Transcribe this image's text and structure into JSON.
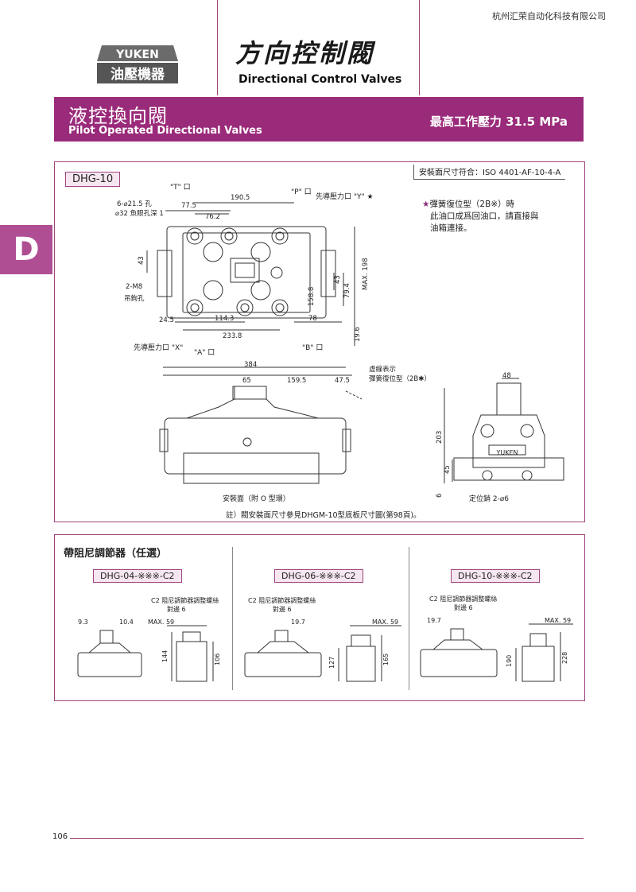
{
  "company": "杭州汇荣自动化科技有限公司",
  "logo": {
    "brand": "YUKEN",
    "sub": "油壓機器"
  },
  "header": {
    "title_zh": "方向控制閥",
    "title_en": "Directional Control Valves"
  },
  "banner": {
    "title_zh": "液控換向閥",
    "title_en": "Pilot Operated Directional Valves",
    "pressure": "最高工作壓力  31.5 MPa"
  },
  "side_tab": "D",
  "section1": {
    "model": "DHG-10",
    "mount_std": "安裝面尺寸符合：ISO 4401-AF-10-4-A",
    "note_star": "★",
    "note_lines": [
      "彈簧復位型（2B※）時",
      "此油口成爲回油口，請直接與",
      "油箱連接。"
    ],
    "labels": {
      "t_port": "\"T\" 口",
      "p_port": "\"P\" 口",
      "y_port": "先導壓力口 \"Y\" ★",
      "holes": "6-⌀21.5 孔",
      "counterbore": "⌀32 魚眼孔深 1",
      "m8": "2-M8",
      "m8_sub": "吊鉤孔",
      "x_port": "先導壓力口 \"X\"",
      "a_port": "\"A\" 口",
      "b_port": "\"B\" 口",
      "dotted1": "虛線表示",
      "dotted2": "彈簧復位型（2B✱）",
      "mount_face": "安裝面（附 O 型環）",
      "locate_pin": "定位銷 2-⌀6"
    },
    "dims": {
      "d77_5": "77.5",
      "d190_5": "190.5",
      "d76_2": "76.2",
      "d43a": "43",
      "d24_5": "24.5",
      "d114_3": "114.3",
      "d233_8": "233.8",
      "d78": "78",
      "d43b": "43",
      "d79_4": "79.4",
      "d158_8": "158.8",
      "dmax198": "MAX. 198",
      "d19_6": "19.6",
      "d384": "384",
      "d65": "65",
      "d159_5": "159.5",
      "d47_5": "47.5",
      "d48": "48",
      "d203": "203",
      "d45": "45",
      "d6": "6"
    },
    "caption": "註）閥安裝面尺寸參見DHGM-10型底板尺寸圖(第98頁)。"
  },
  "section2": {
    "title": "帶阻尼調節器（任選）",
    "models": [
      {
        "name": "DHG-04-※※※-C2",
        "screw1": "C2 阻尼調節器調整螺絲",
        "screw2": "對邊 6",
        "dims": [
          "9.3",
          "10.4",
          "MAX. 59",
          "144",
          "106"
        ]
      },
      {
        "name": "DHG-06-※※※-C2",
        "screw1": "C2 阻尼調節器調整螺絲",
        "screw2": "對邊 6",
        "dims": [
          "19.7",
          "MAX. 59",
          "127",
          "165"
        ]
      },
      {
        "name": "DHG-10-※※※-C2",
        "screw1": "C2 阻尼調節器調整螺絲",
        "screw2": "對邊 6",
        "dims": [
          "19.7",
          "MAX. 59",
          "190",
          "228"
        ]
      }
    ]
  },
  "page_number": "106",
  "colors": {
    "accent": "#9a2a7a",
    "tab": "#b04e94",
    "frame": "#a0457e"
  }
}
